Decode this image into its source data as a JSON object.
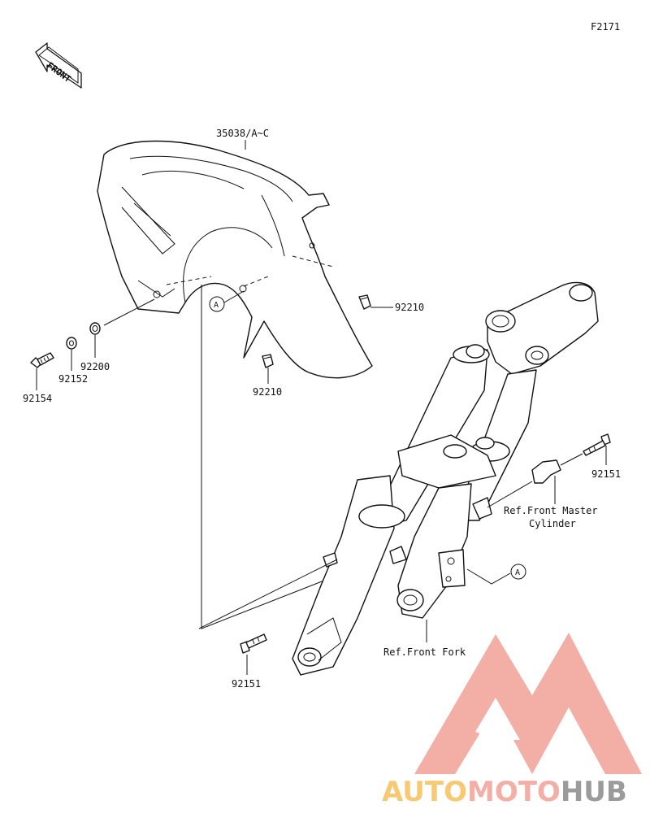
{
  "figure_code": "F2171",
  "front_label": "FRONT",
  "parts": {
    "fender": "35038/A~C",
    "bolt_long": "92154",
    "washer_small": "92152",
    "washer_ring": "92200",
    "nut_clip_upper": "92210",
    "nut_clip_lower": "92210",
    "bolt_right": "92151",
    "bolt_lower": "92151"
  },
  "refs": {
    "master_cylinder_line1": "Ref.Front Master",
    "master_cylinder_line2": "Cylinder",
    "front_fork": "Ref.Front Fork"
  },
  "callout_letter_1": "A",
  "callout_letter_2": "A",
  "watermark": {
    "part1": "AUTO",
    "part2": "MOTO",
    "part3": "HUB",
    "color_primary": "#f2a097",
    "color_secondary": "#f5c05a",
    "color_tertiary": "#8a8a8a"
  }
}
